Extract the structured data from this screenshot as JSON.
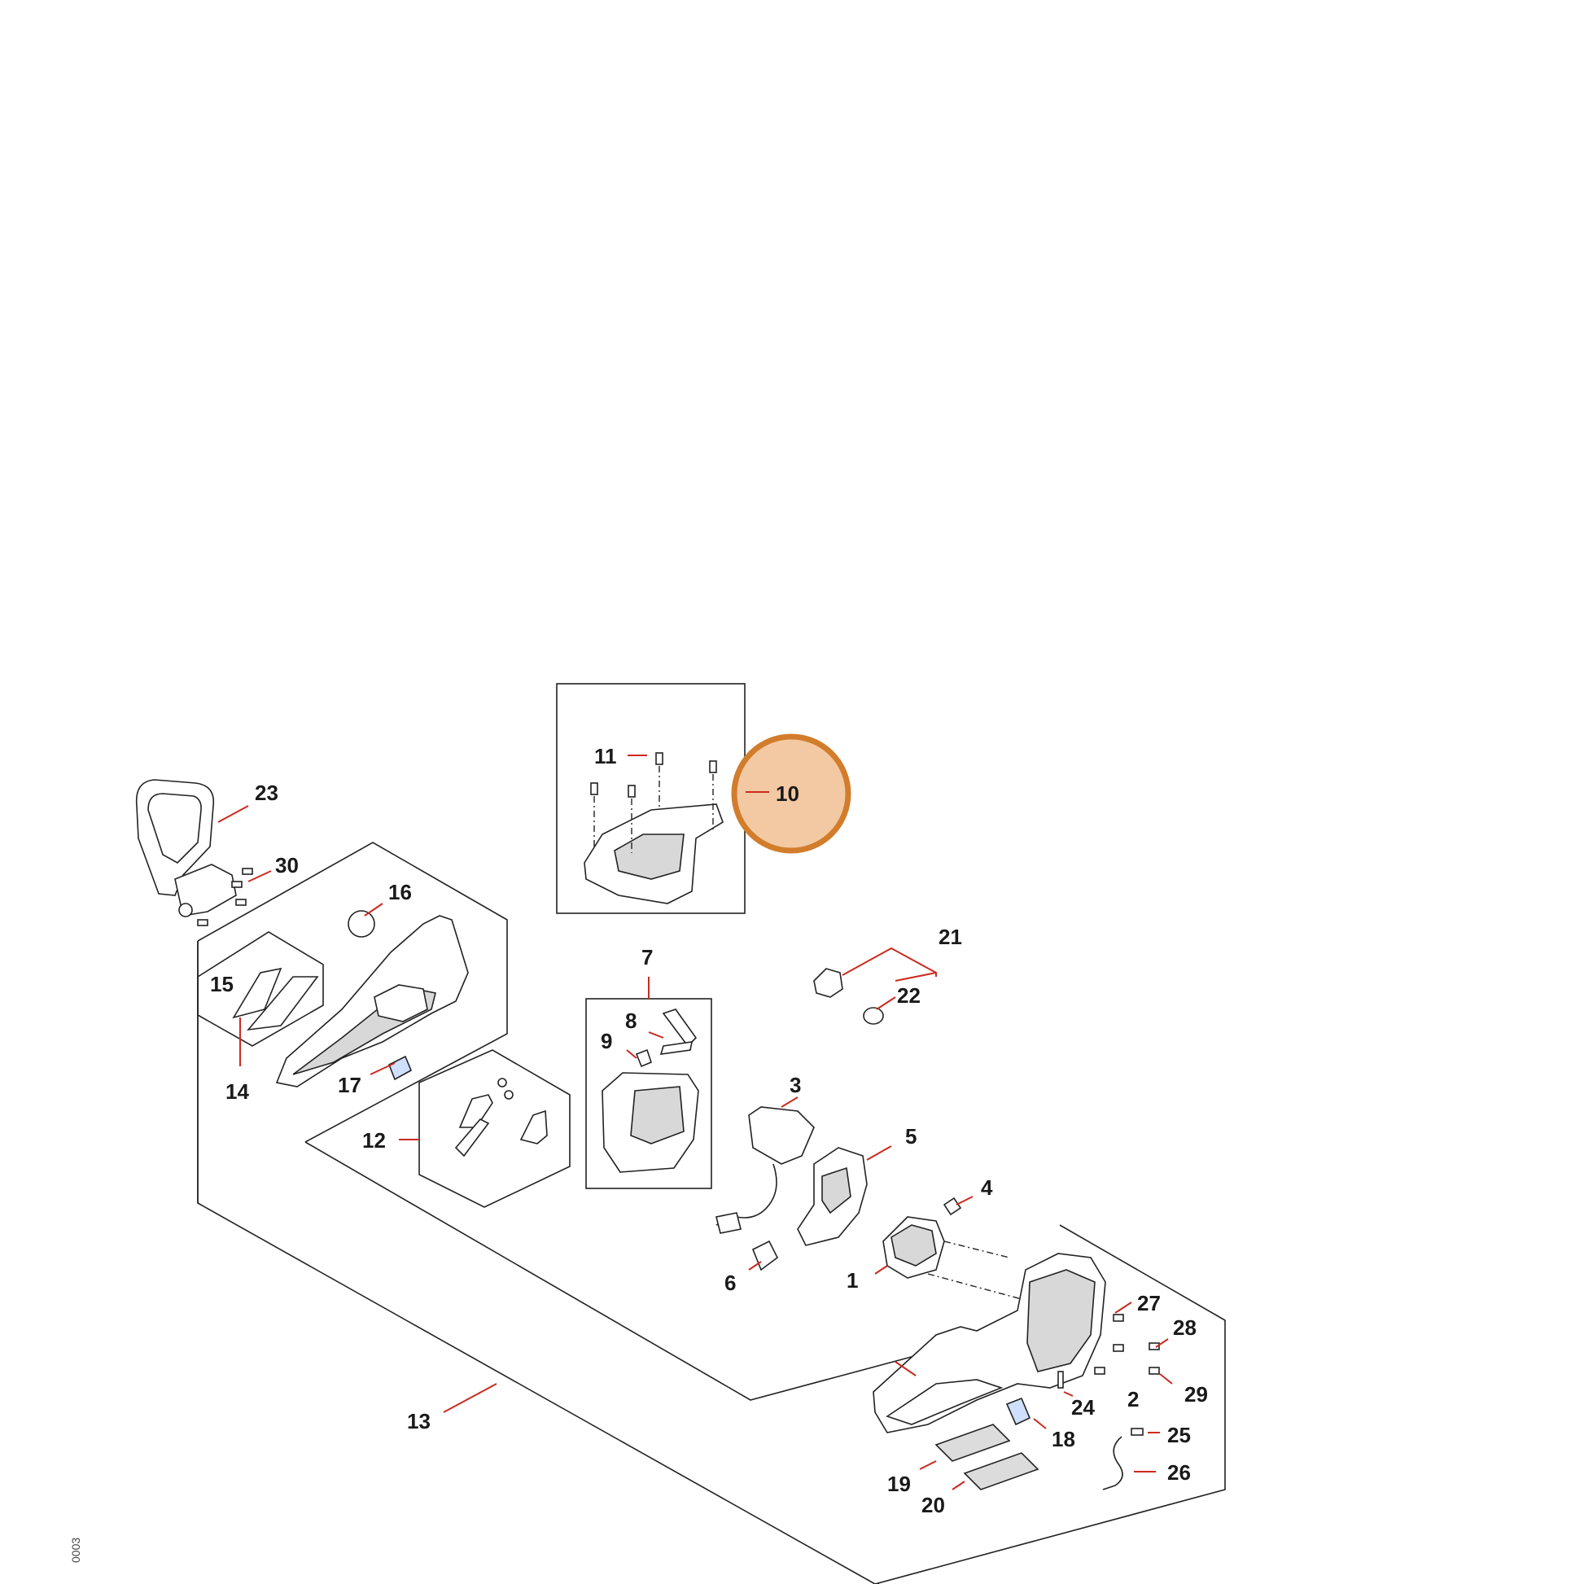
{
  "callouts": [
    "1",
    "2",
    "3",
    "4",
    "5",
    "6",
    "7",
    "8",
    "9",
    "10",
    "11",
    "12",
    "13",
    "14",
    "15",
    "16",
    "17",
    "18",
    "19",
    "20",
    "21",
    "22",
    "23",
    "24",
    "25",
    "26",
    "27",
    "28",
    "29",
    "30"
  ],
  "highlight": {
    "callout": "10",
    "fill_color": "#f3c9a4",
    "ring_color": "#d27d2c"
  },
  "side_code": "0003",
  "colors": {
    "leader": "#cc2a1e",
    "line": "#222222"
  }
}
